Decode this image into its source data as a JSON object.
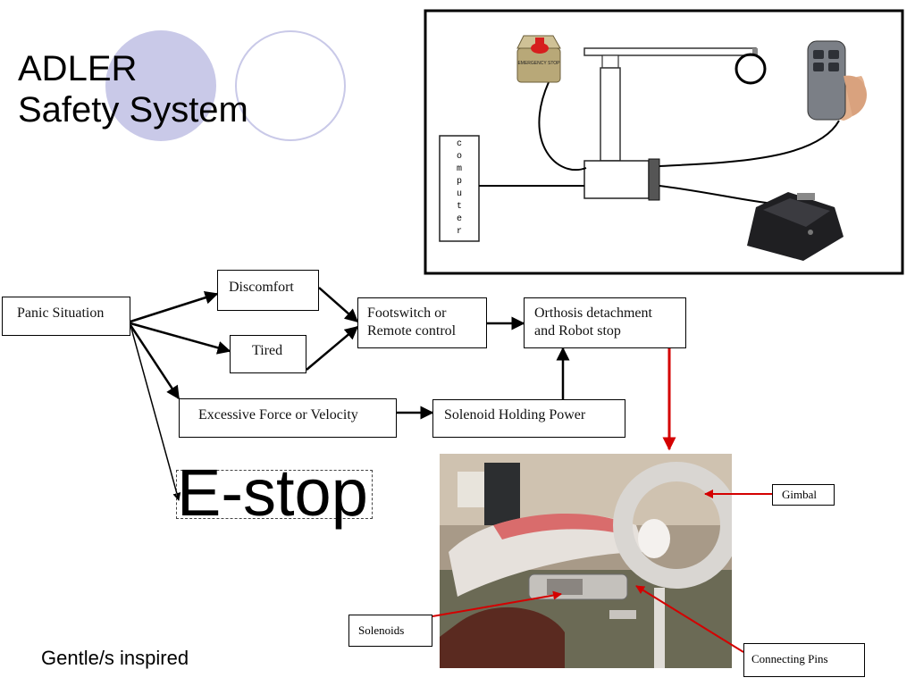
{
  "slide": {
    "title_line1": "ADLER",
    "title_line2": "Safety System",
    "footer": "Gentle/s inspired",
    "estop_label": "E-stop"
  },
  "system_diagram": {
    "computer_label": [
      "c",
      "o",
      "m",
      "p",
      "u",
      "t",
      "e",
      "r"
    ],
    "emergency_stop_text": "EMERGENCY STOP"
  },
  "flowchart": {
    "nodes": {
      "panic": "Panic Situation",
      "discomfort": "Discomfort",
      "tired": "Tired",
      "excessive": "Excessive Force or Velocity",
      "footswitch_line1": "Footswitch or",
      "footswitch_line2": "Remote control",
      "orthosis_line1": "Orthosis detachment",
      "orthosis_line2": "and Robot stop",
      "solenoid": "Solenoid Holding Power"
    }
  },
  "photo_labels": {
    "gimbal": "Gimbal",
    "solenoids": "Solenoids",
    "connecting_pins": "Connecting Pins"
  },
  "colors": {
    "circle_fill": "#c7c7e6",
    "circle_outline": "#c7c7e6",
    "accent_arrow": "#d40000"
  }
}
